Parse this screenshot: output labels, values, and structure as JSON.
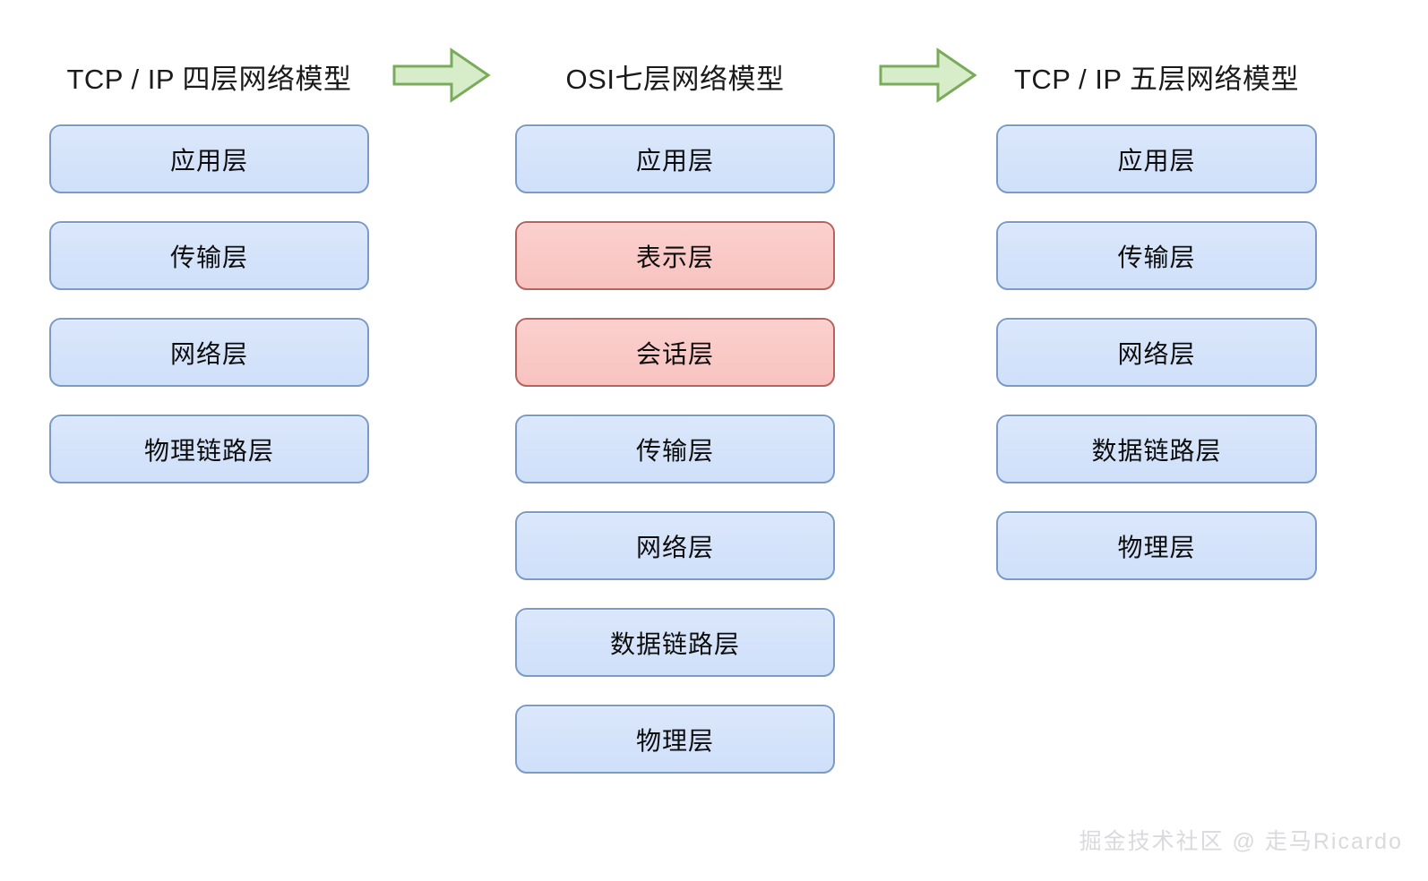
{
  "diagram": {
    "columns": [
      {
        "id": "tcpip-four-layer",
        "title": "TCP / IP 四层网络模型",
        "layers": [
          {
            "label": "应用层",
            "color": "blue"
          },
          {
            "label": "传输层",
            "color": "blue"
          },
          {
            "label": "网络层",
            "color": "blue"
          },
          {
            "label": "物理链路层",
            "color": "blue"
          }
        ]
      },
      {
        "id": "osi-seven-layer",
        "title": "OSI七层网络模型",
        "layers": [
          {
            "label": "应用层",
            "color": "blue"
          },
          {
            "label": "表示层",
            "color": "pink"
          },
          {
            "label": "会话层",
            "color": "pink"
          },
          {
            "label": "传输层",
            "color": "blue"
          },
          {
            "label": "网络层",
            "color": "blue"
          },
          {
            "label": "数据链路层",
            "color": "blue"
          },
          {
            "label": "物理层",
            "color": "blue"
          }
        ]
      },
      {
        "id": "tcpip-five-layer",
        "title": "TCP / IP 五层网络模型",
        "layers": [
          {
            "label": "应用层",
            "color": "blue"
          },
          {
            "label": "传输层",
            "color": "blue"
          },
          {
            "label": "网络层",
            "color": "blue"
          },
          {
            "label": "数据链路层",
            "color": "blue"
          },
          {
            "label": "物理层",
            "color": "blue"
          }
        ]
      }
    ],
    "arrows": [
      {
        "id": "arrow-1",
        "icon": "right-arrow-icon",
        "direction": "right"
      },
      {
        "id": "arrow-2",
        "icon": "right-arrow-icon",
        "direction": "right"
      }
    ]
  },
  "watermark": {
    "text": "掘金技术社区 @ 走马Ricardo"
  },
  "colors": {
    "background": "#ffffff",
    "box_blue_fill": "#d4e3fa",
    "box_blue_border": "#7a9bc8",
    "box_pink_fill": "#f9c9c6",
    "box_pink_border": "#b9615d",
    "arrow_fill": "#d7ecc8",
    "arrow_border": "#79ab5a",
    "title_text": "#1a1a1a",
    "watermark_text": "#dadade"
  }
}
